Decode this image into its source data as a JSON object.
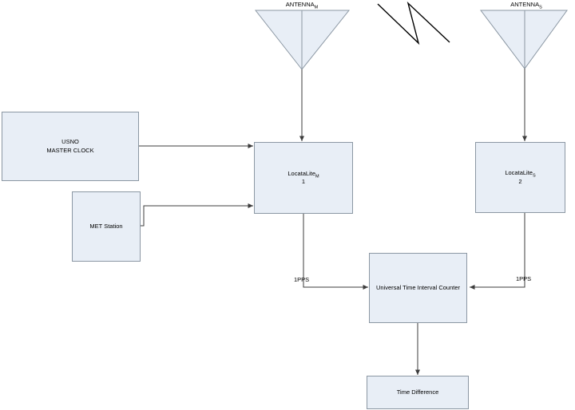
{
  "diagram": {
    "antenna_m": {
      "label": "ANTENNA",
      "sub": "M"
    },
    "antenna_s": {
      "label": "ANTENNA",
      "sub": "S"
    },
    "usno": {
      "line1": "USNO",
      "line2": "MASTER CLOCK"
    },
    "met": {
      "label": "MET Station"
    },
    "locatalite_m": {
      "label": "LocataLite",
      "sub": "M",
      "number": "1"
    },
    "locatalite_s": {
      "label": "LocataLite",
      "sub": "S",
      "number": "2"
    },
    "utic": {
      "label": "Universal Time Interval Counter"
    },
    "time_difference": {
      "label": "Time Difference"
    },
    "pps_left": "1PPS",
    "pps_right": "1PPS",
    "colors": {
      "box_fill": "#e8eef6",
      "box_border": "#8b97a3",
      "line": "#3c3c3c",
      "bolt": "#000000"
    }
  }
}
